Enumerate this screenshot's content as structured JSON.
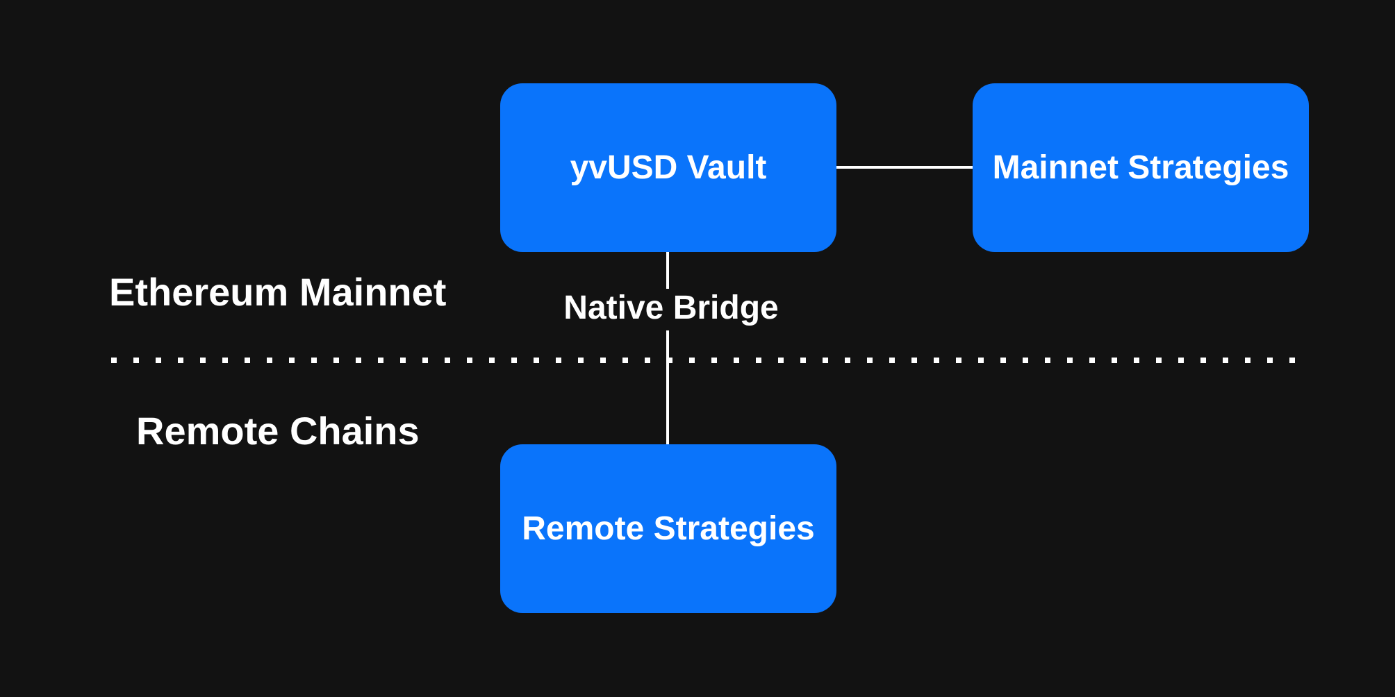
{
  "diagram": {
    "regions": {
      "ethereum": "Ethereum Mainnet",
      "remote": "Remote Chains"
    },
    "nodes": {
      "vault": "yvUSD Vault",
      "mainnet_strategies": "Mainnet Strategies",
      "remote_strategies": "Remote Strategies"
    },
    "edges": {
      "bridge_label": "Native Bridge"
    },
    "colors": {
      "background": "#121212",
      "node": "#0a74fb",
      "line": "#ffffff",
      "text": "#ffffff"
    }
  }
}
